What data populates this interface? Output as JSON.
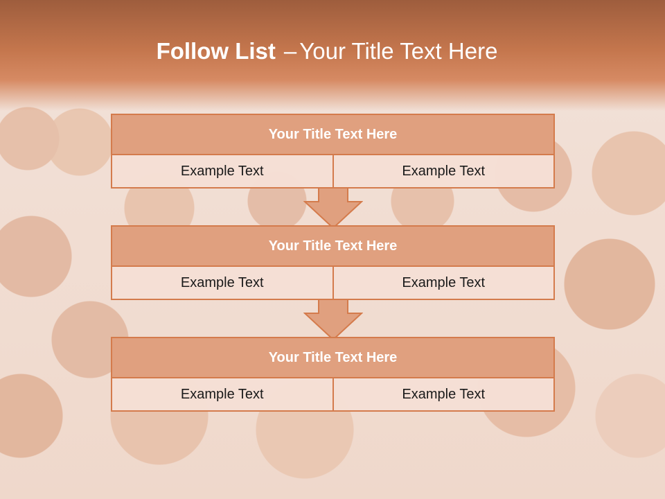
{
  "slide": {
    "title_bold": "Follow List",
    "title_sep": "–",
    "title_rest": "Your Title Text Here"
  },
  "colors": {
    "accent": "#d47b4c",
    "header_fill": "#e0a07f",
    "title_band": "#c4764d"
  },
  "steps": [
    {
      "header": "Your Title Text Here",
      "left": "Example Text",
      "right": "Example Text"
    },
    {
      "header": "Your Title Text Here",
      "left": "Example Text",
      "right": "Example Text"
    },
    {
      "header": "Your Title Text Here",
      "left": "Example Text",
      "right": "Example Text"
    }
  ],
  "icons": {
    "connector": "down-arrow-icon"
  }
}
